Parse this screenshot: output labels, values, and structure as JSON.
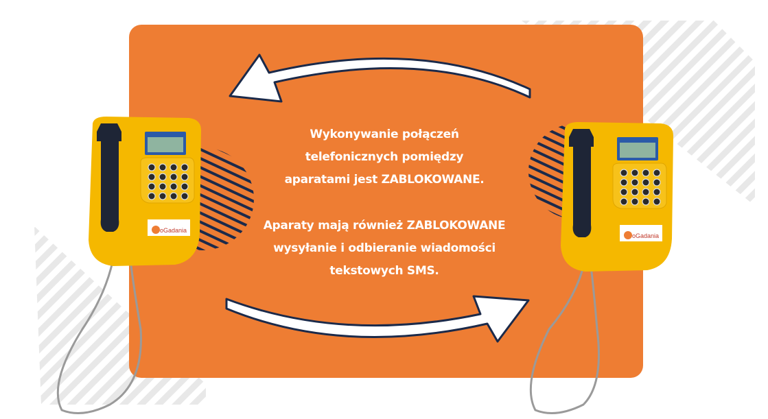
{
  "message": {
    "line1": [
      "Wykonywanie połączeń",
      "telefonicznych pomiędzy",
      "aparatami jest ZABLOKOWANE."
    ],
    "line2": [
      "Aparaty mają również ZABLOKOWANE",
      "wysyłanie i odbieranie wiadomości",
      "tekstowych SMS."
    ]
  },
  "phone_logo": "oGadania",
  "colors": {
    "card": "#EE7D33",
    "phone": "#F5B800",
    "handset": "#1E2536",
    "arrow_outline": "#1B2A4A",
    "stripes_navy": "#1B2A4A",
    "stripes_light": "#E6E6E6"
  },
  "icons": [
    "phone-left-icon",
    "phone-right-icon",
    "arrow-left-icon",
    "arrow-right-icon"
  ]
}
